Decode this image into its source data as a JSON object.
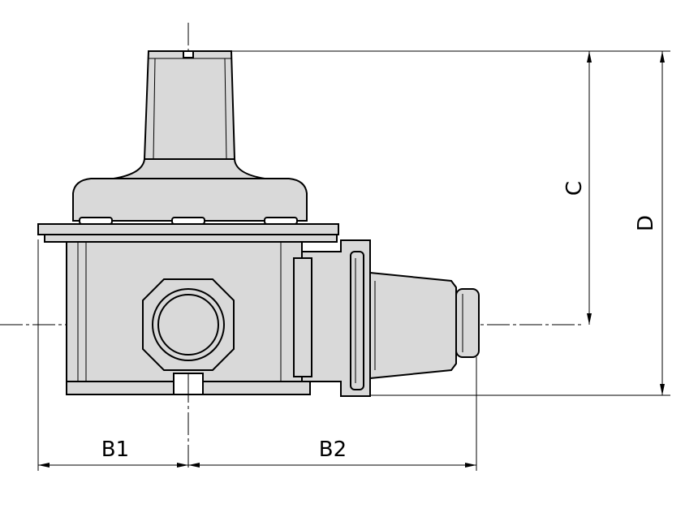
{
  "dimensions": {
    "b1": "B1",
    "b2": "B2",
    "c": "C",
    "d": "D"
  },
  "colors": {
    "line": "#000000",
    "body_fill": "#d9d9d9",
    "background": "#ffffff"
  }
}
